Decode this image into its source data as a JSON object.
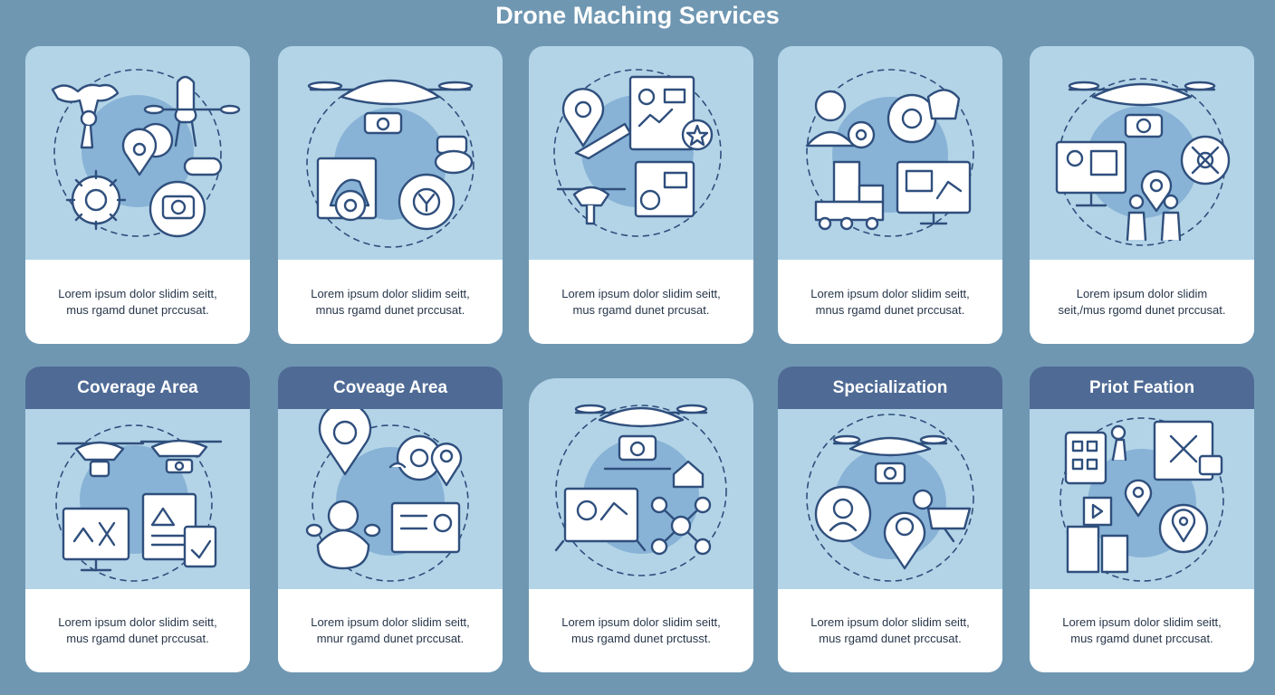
{
  "page": {
    "title": "Drone Maching Services"
  },
  "cards": [
    {
      "header": "",
      "text": "Lorem ipsum dolor slidim seitt, mus rgamd dunet prccusat."
    },
    {
      "header": "",
      "text": "Lorem ipsum dolor slidim seitt, mnus rgamd dunet prccusat."
    },
    {
      "header": "",
      "text": "Lorem ipsum dolor slidim seitt, mus rgamd dunet prcusat."
    },
    {
      "header": "",
      "text": "Lorem ipsum dolor slidim seitt, mnus rgamd dunet prccusat."
    },
    {
      "header": "",
      "text": "Lorem ipsum dolor slidim seit,/mus rgomd dunet prccusat."
    },
    {
      "header": "Coverage Area",
      "text": "Lorem ipsum dolor slidim seitt, mus rgamd dunet prccusat."
    },
    {
      "header": "Coveage Area",
      "text": "Lorem ipsum dolor slidim seitt, mnur rgamd dunet prccusat."
    },
    {
      "header": "",
      "text": "Lorem ipsum dolor slidim seitt, mus rgamd dunet prctusst."
    },
    {
      "header": "Specialization",
      "text": "Lorem ipsum dolor slidim seitt, mus rgamd dunet prccusat."
    },
    {
      "header": "Priot Feation",
      "text": "Lorem ipsum dolor slidim seitt, mus rgamd dunet prccusat."
    }
  ],
  "colors": {
    "background": "#6f97b2",
    "card": "#b3d4e7",
    "header": "#4f6b95",
    "line": "#2f4f7d"
  }
}
